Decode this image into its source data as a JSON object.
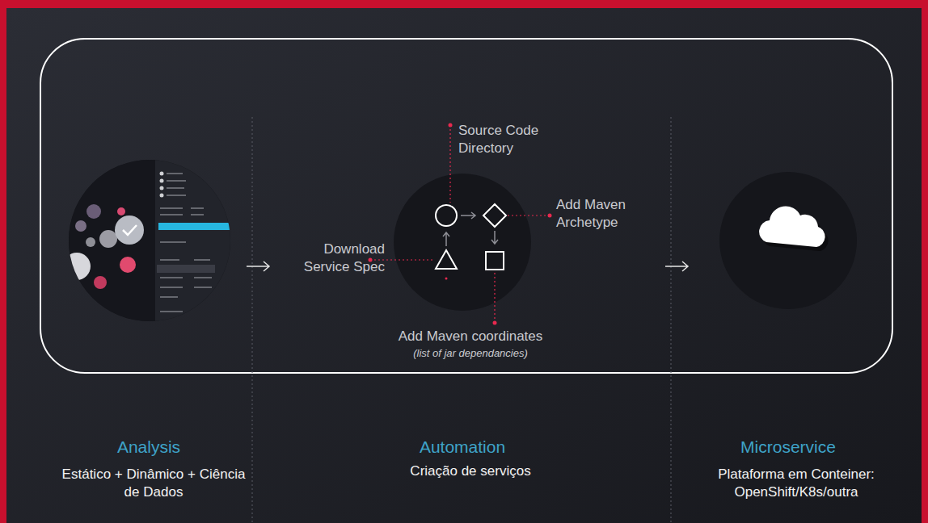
{
  "diagram": {
    "labels": [
      "Source Code Directory",
      "Add Maven Archetype",
      "Download Service Spec",
      "Add Maven coordinates",
      "(list of jar dependancies)",
      "Analysis",
      "Estático + Dinâmico + Ciência de Dados",
      "Automation",
      "Criação de serviços",
      "Microservice",
      "Plataforma em Conteiner: OpenShift/K8s/outra"
    ]
  }
}
